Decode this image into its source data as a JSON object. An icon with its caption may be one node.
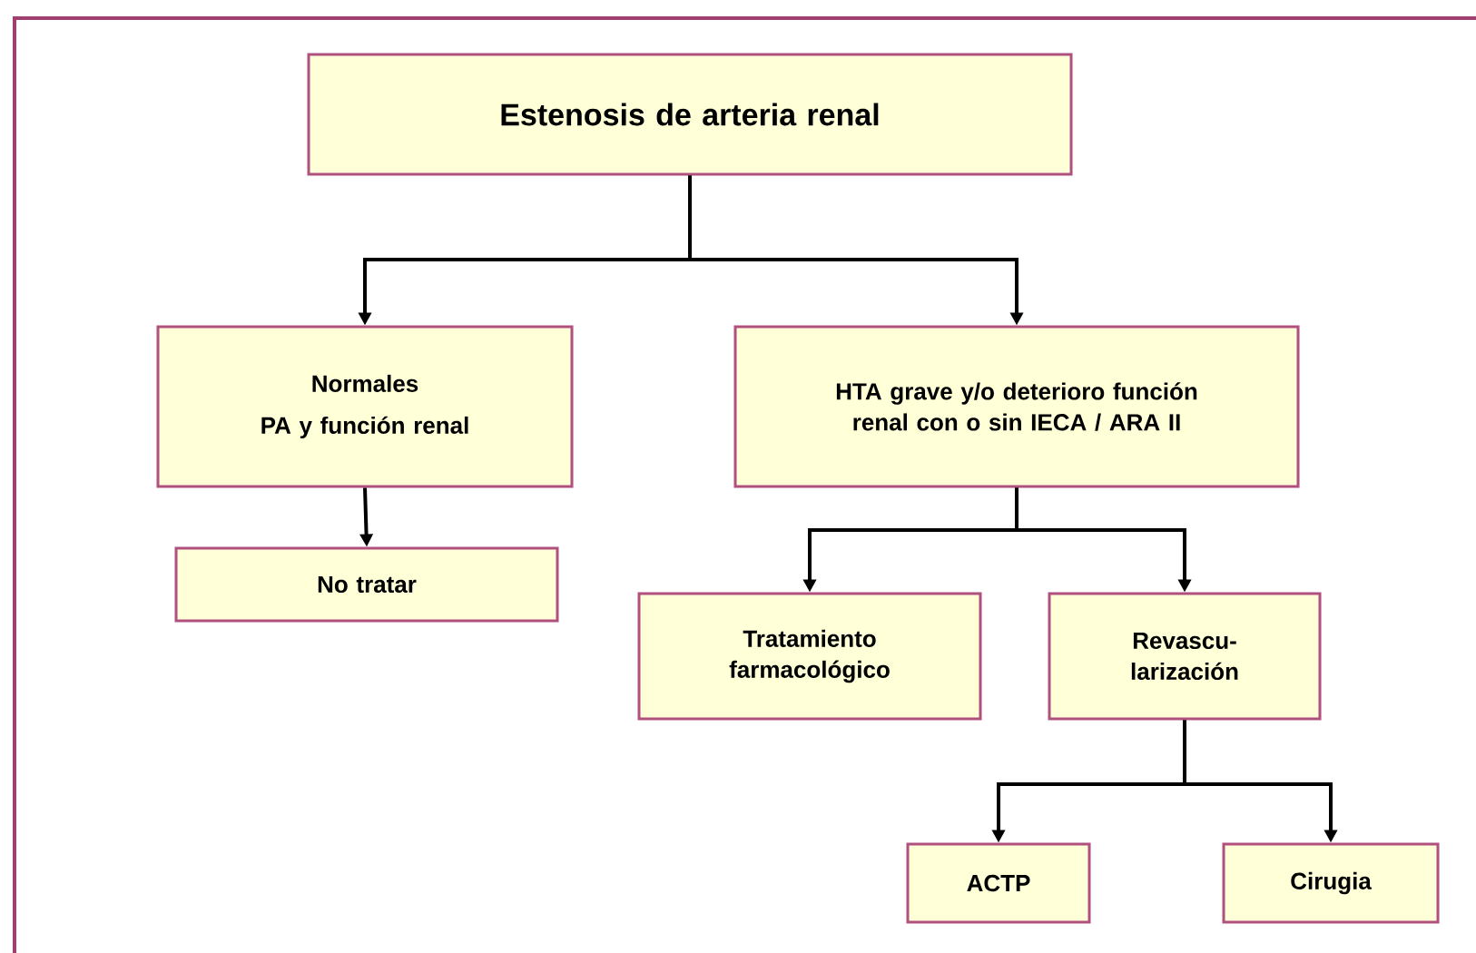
{
  "diagram": {
    "nodes": [
      {
        "text": [
          "Estenosis de arteria renal"
        ]
      },
      {
        "text": [
          "Normales",
          "PA y función renal"
        ]
      },
      {
        "text": [
          "HTA grave y/o deterioro función renal con o sin IECA / ARA II"
        ]
      },
      {
        "text": [
          "No tratar"
        ]
      },
      {
        "text": [
          "Tratamiento farmacológico"
        ]
      },
      {
        "text": [
          "Revascu- larización"
        ]
      },
      {
        "text": [
          "ACTP"
        ]
      },
      {
        "text": [
          "Cirugia"
        ]
      }
    ],
    "edges": [
      {
        "from": 0,
        "to": 1,
        "arrow": "to"
      },
      {
        "from": 0,
        "to": 2,
        "arrow": "to"
      },
      {
        "from": 1,
        "to": 3,
        "arrow": "to"
      },
      {
        "from": 2,
        "to": 4,
        "arrow": "to"
      },
      {
        "from": 2,
        "to": 5,
        "arrow": "to"
      },
      {
        "from": 5,
        "to": 6,
        "arrow": "to"
      },
      {
        "from": 5,
        "to": 7,
        "arrow": "to"
      }
    ]
  }
}
